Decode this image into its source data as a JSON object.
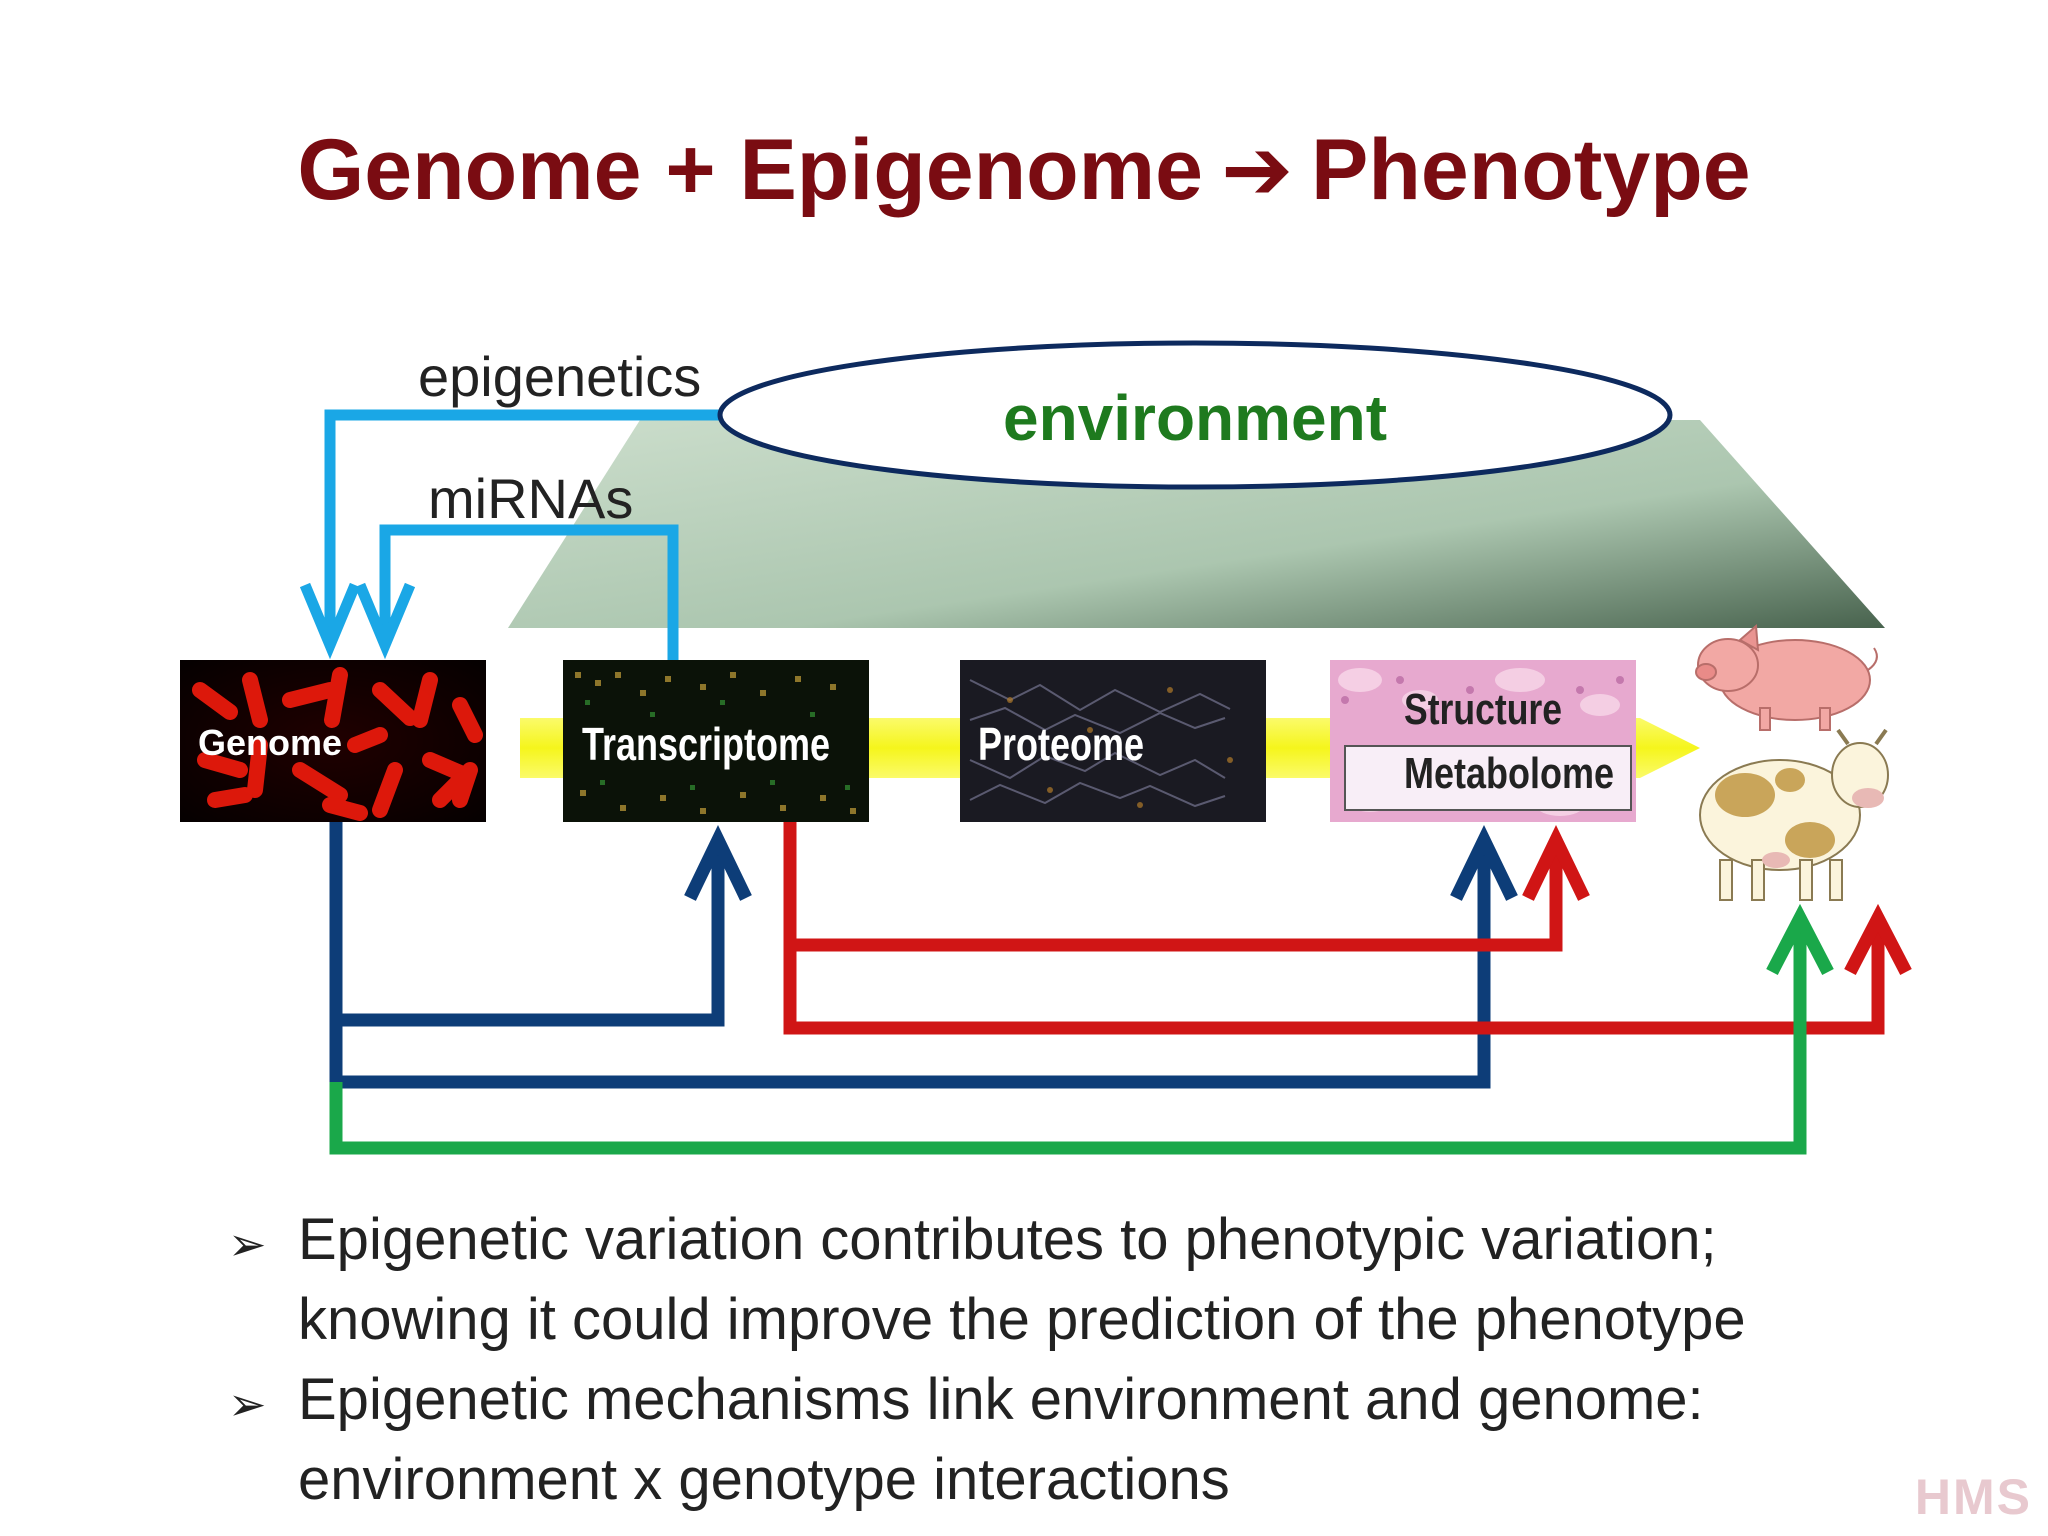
{
  "title": {
    "left": "Genome + Epigenome",
    "arrow": "➔",
    "right": "Phenotype"
  },
  "labels": {
    "epigenetics": "epigenetics",
    "mirnas": "miRNAs",
    "environment": "environment"
  },
  "boxes": {
    "genome": "Genome",
    "transcriptome": "Transcriptome",
    "proteome": "Proteome",
    "structure": "Structure",
    "metabolome": "Metabolome"
  },
  "bullets": [
    "Epigenetic variation contributes to phenotypic variation; knowing it could improve the prediction of the phenotype",
    "Epigenetic mechanisms link environment and genome: environment x genotype interactions"
  ],
  "bullet_marker": "➢",
  "corner_logo": "HMS",
  "colors": {
    "title": "#7a0c12",
    "environment_text": "#1e7a1e",
    "light_blue_arrow": "#1aa7e6",
    "dark_blue_arrow": "#0d3d78",
    "red_arrow": "#d01515",
    "green_arrow": "#1aa84a",
    "yellow_band": "#f7f72a",
    "environment_fill": "#9fbfa5"
  }
}
